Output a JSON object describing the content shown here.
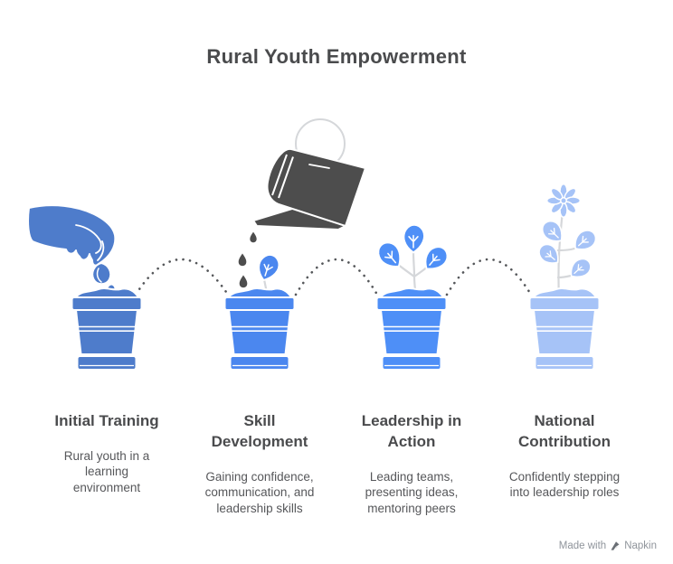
{
  "title": "Rural Youth Empowerment",
  "stages": [
    {
      "heading": "Initial Training",
      "description": "Rural youth in a learning environment",
      "pot_color": "#4E7CCB",
      "plant_stage": "seed-being-planted"
    },
    {
      "heading": "Skill Development",
      "description": "Gaining confidence, communication, and leadership skills",
      "pot_color": "#4B87EF",
      "plant_stage": "sprout-being-watered"
    },
    {
      "heading": "Leadership in Action",
      "description": "Leading teams, presenting ideas, mentoring peers",
      "pot_color": "#4E8FF7",
      "plant_stage": "young-plant"
    },
    {
      "heading": "National Contribution",
      "description": "Confidently stepping into leadership roles",
      "pot_color": "#A6C3F7",
      "plant_stage": "flowering-plant"
    }
  ],
  "illustration": {
    "hand_color": "#4E7CCB",
    "watering_can_color": "#4D4D4D",
    "drop_color": "#4D4D4D",
    "stem_color": "#D5D7DA",
    "arc_dot_color": "#55575A"
  },
  "text_colors": {
    "title": "#4A4B4D",
    "heading": "#4A4B4D",
    "body": "#56575A",
    "watermark": "#8F949B"
  },
  "watermark": {
    "prefix": "Made with",
    "brand": "Napkin"
  }
}
